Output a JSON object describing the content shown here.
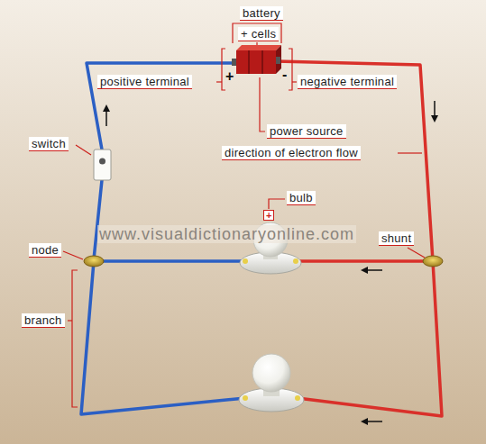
{
  "diagram": {
    "labels": [
      "battery",
      "+ cells",
      "positive terminal",
      "+",
      "-",
      "negative terminal",
      "power source",
      "direction of electron flow",
      "switch",
      "bulb",
      "+",
      "node",
      "shunt",
      "branch",
      "www.visualdictionaryonline.com"
    ]
  }
}
